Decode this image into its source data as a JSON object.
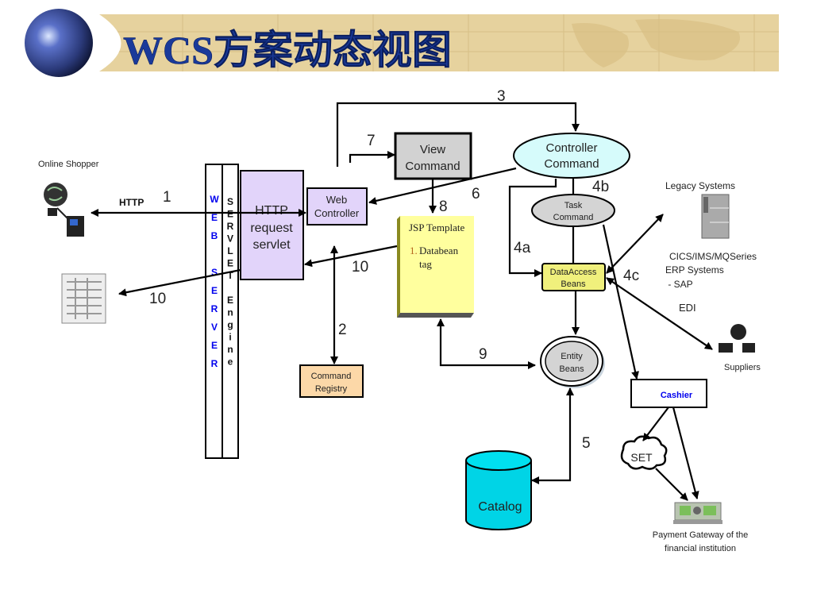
{
  "slide": {
    "title": "WCS方案动态视图",
    "colors": {
      "title": "#1a3a9a",
      "banner": "#e6d29e",
      "accent_blue": "#0000ee"
    }
  },
  "diagram": {
    "nodes": {
      "online_shopper": "Online Shopper",
      "web_server_letters": [
        "W",
        "E",
        "B",
        "",
        "S",
        "E",
        "R",
        "V",
        "E",
        "R"
      ],
      "servlet_engine_letters": [
        "S",
        "E",
        "R",
        "V",
        "L",
        "E",
        "T",
        "",
        "E",
        "n",
        "g",
        "i",
        "n",
        "e"
      ],
      "http_servlet": [
        "HTTP",
        "request",
        "servlet"
      ],
      "web_controller": [
        "Web",
        "Controller"
      ],
      "view_command": [
        "View",
        "Command"
      ],
      "jsp_template": {
        "title": "JSP Template",
        "item_num": "1.",
        "item": [
          "Databean",
          "tag"
        ]
      },
      "command_registry": [
        "Command",
        "Registry"
      ],
      "controller_command": [
        "Controller",
        "Command"
      ],
      "task_command": [
        "Task",
        "Command"
      ],
      "dataaccess_beans": [
        "DataAccess",
        "Beans"
      ],
      "entity_beans": [
        "Entity",
        "Beans"
      ],
      "catalog": "Catalog",
      "legacy_systems": "Legacy Systems",
      "legacy_detail": [
        "CICS/IMS/MQSeries",
        "ERP Systems",
        " - SAP"
      ],
      "edi": "EDI",
      "suppliers": "Suppliers",
      "cashier": "Cashier",
      "set": "SET",
      "payment_gateway": [
        "Payment Gateway of the",
        "financial institution"
      ]
    },
    "edge_labels": {
      "http": "HTTP",
      "e1": "1",
      "e2": "2",
      "e3": "3",
      "e4a": "4a",
      "e4b": "4b",
      "e4c": "4c",
      "e5": "5",
      "e6": "6",
      "e7": "7",
      "e8": "8",
      "e9": "9",
      "e10a": "10",
      "e10b": "10"
    }
  }
}
